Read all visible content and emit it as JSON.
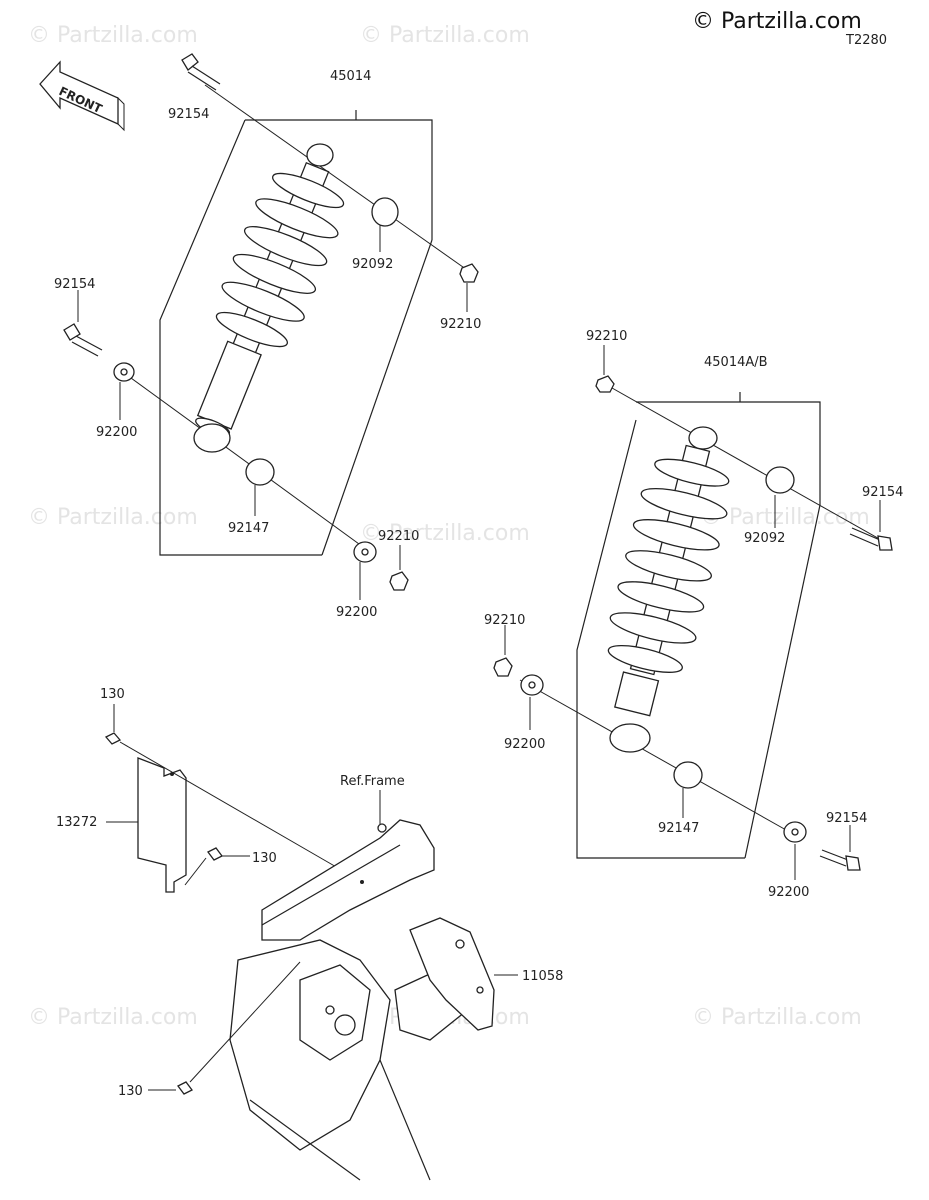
{
  "brand": "© Partzilla.com",
  "diagram_code": "T2280",
  "front_label": "FRONT",
  "watermark": "© Partzilla.com",
  "labels": {
    "shock_left": "45014",
    "bolt_top_left": "92154",
    "collar_left": "92092",
    "nut_left_top": "92210",
    "bolt_left": "92154",
    "washer_left": "92200",
    "collar_lower_left": "92147",
    "nut_left_bottom": "92210",
    "washer_left_bottom": "92200",
    "shock_right": "45014A/B",
    "nut_right_top": "92210",
    "bolt_right_top": "92154",
    "collar_right": "92092",
    "nut_right_mid": "92210",
    "washer_right_mid": "92200",
    "collar_lower_right": "92147",
    "bolt_right_bottom": "92154",
    "washer_right_bottom": "92200",
    "screw_top": "130",
    "guard": "13272",
    "screw_mid": "130",
    "ref_frame": "Ref.Frame",
    "bracket": "11058",
    "screw_bottom": "130"
  }
}
